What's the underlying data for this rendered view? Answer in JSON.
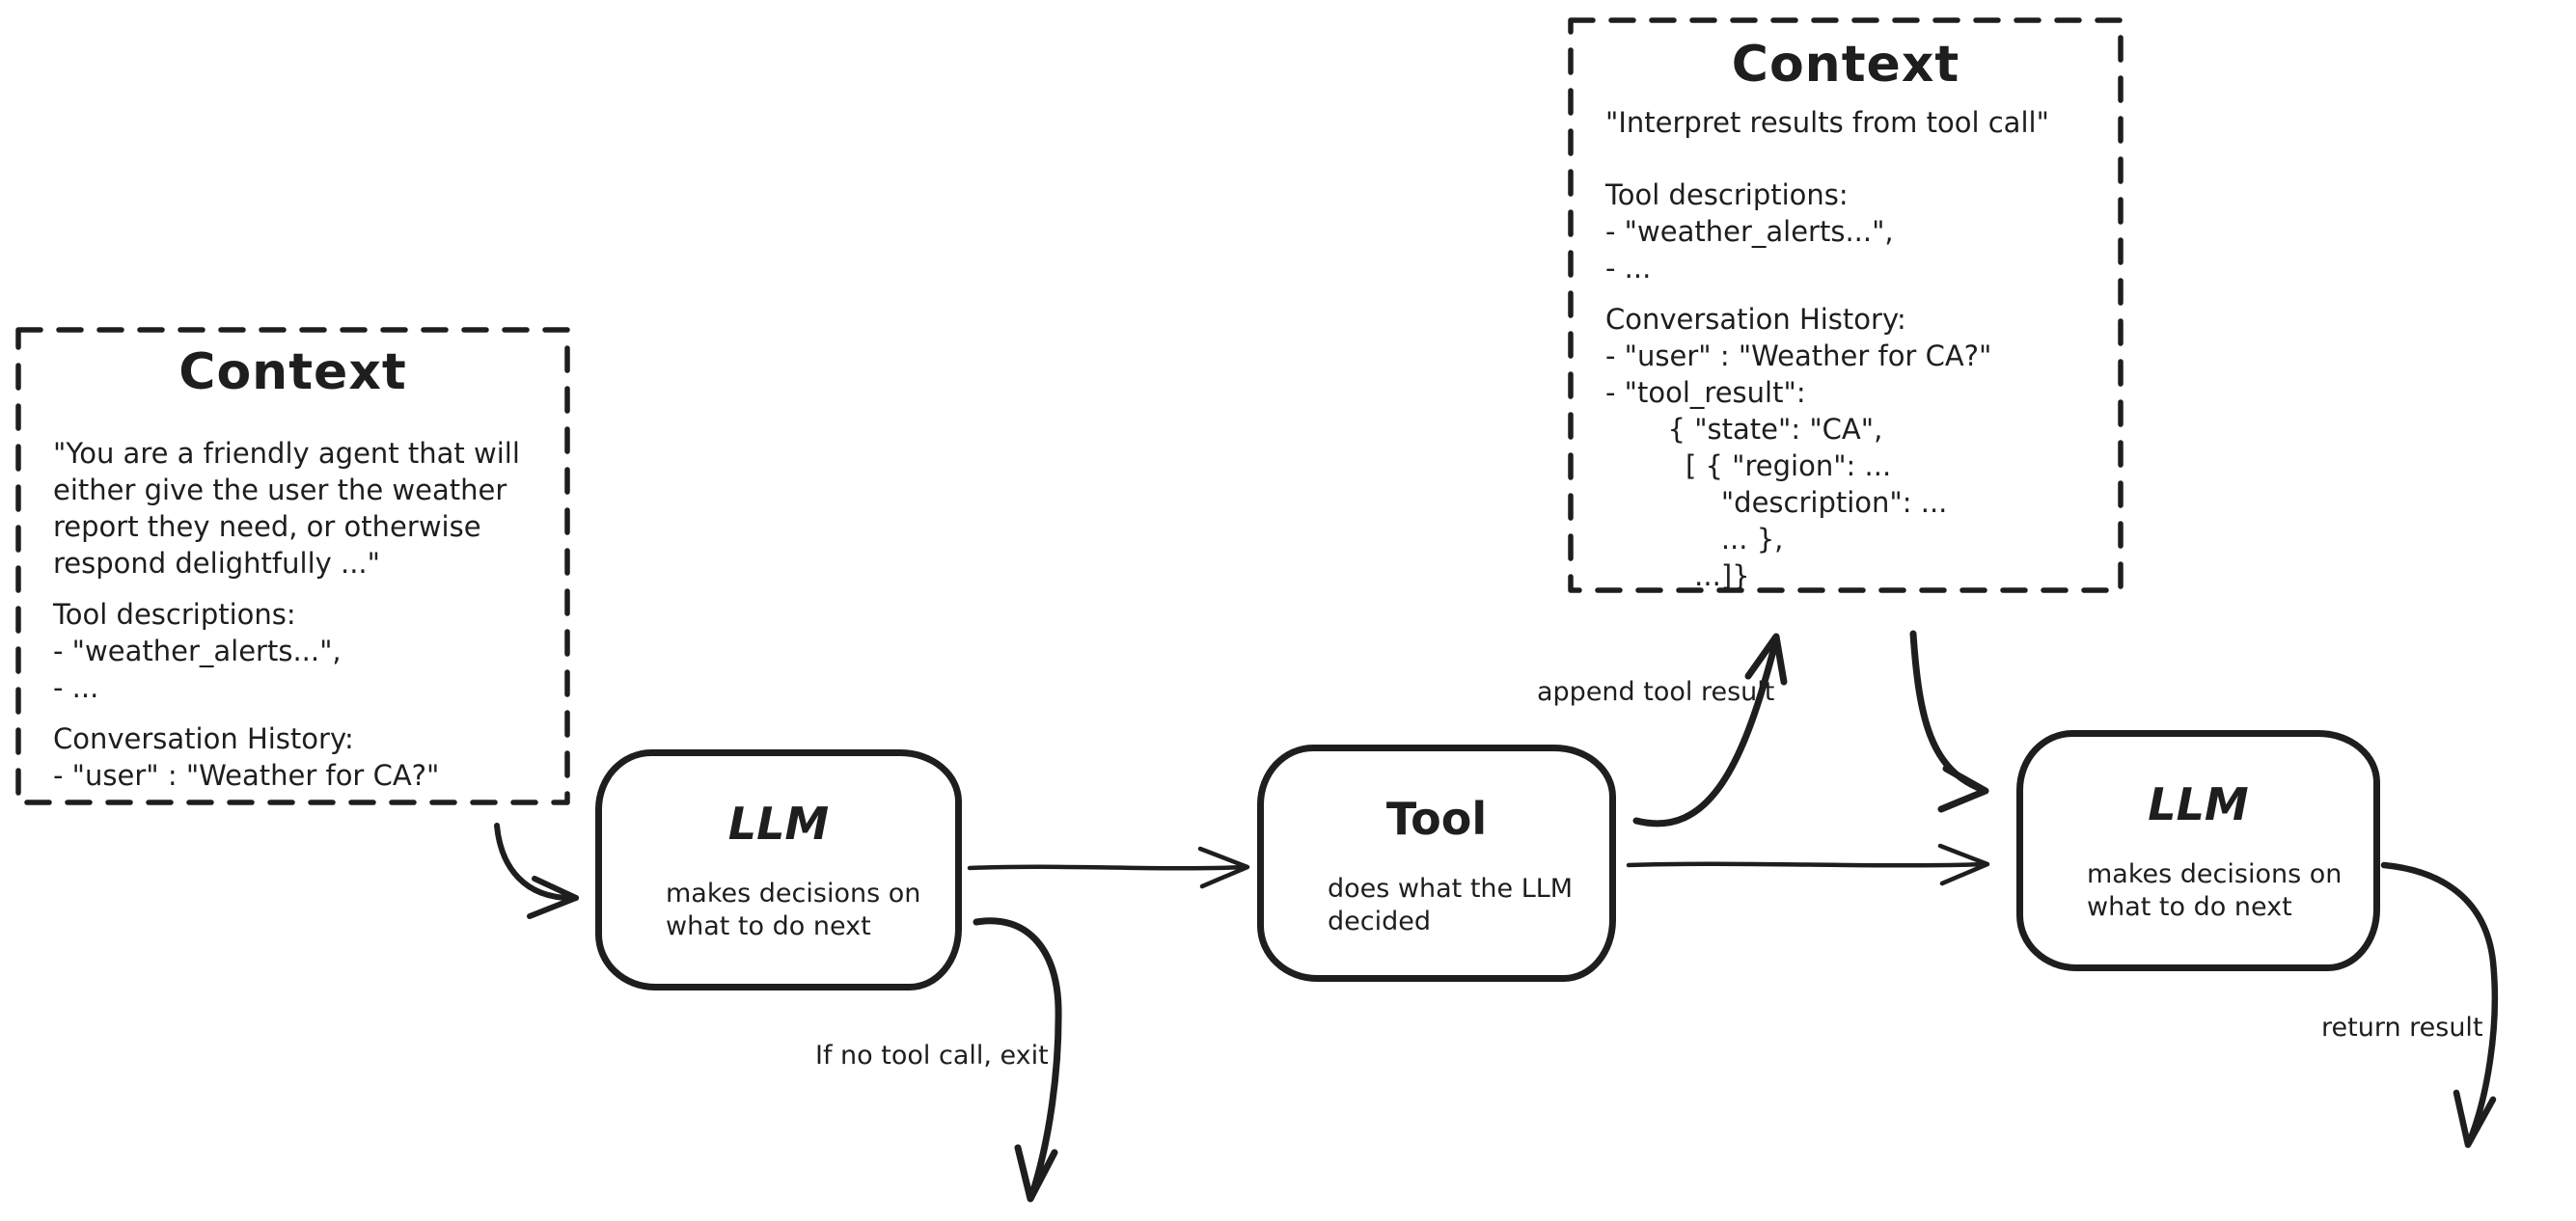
{
  "canvas": {
    "background_color": "#ffffff",
    "stroke_color": "#1e1e1e"
  },
  "context_left": {
    "title": "Context",
    "lines": [
      "\"You are a friendly agent that will",
      "either give the user the weather",
      "report they need, or otherwise",
      "respond delightfully ...\"",
      "Tool descriptions:",
      "- \"weather_alerts...\",",
      "- ...",
      "Conversation History:",
      "- \"user\" : \"Weather for CA?\""
    ]
  },
  "context_right": {
    "title": "Context",
    "lines": [
      "\"Interpret results from tool call\"",
      "Tool descriptions:",
      "- \"weather_alerts...\",",
      "- ...",
      "Conversation History:",
      "- \"user\" : \"Weather for CA?\"",
      "- \"tool_result\":",
      "       { \"state\": \"CA\",",
      "         [ { \"region\": ...",
      "             \"description\": ...",
      "             ... },",
      "          ...]}"
    ]
  },
  "nodes": {
    "llm1": {
      "title": "LLM",
      "subtitle": "makes decisions on\nwhat to do next"
    },
    "tool": {
      "title": "Tool",
      "subtitle": "does what the LLM\ndecided"
    },
    "llm2": {
      "title": "LLM",
      "subtitle": "makes decisions on\nwhat to do next"
    }
  },
  "labels": {
    "append_tool_result": "append tool result",
    "if_no_tool_call_exit": "If no tool call, exit",
    "return_result": "return result"
  }
}
